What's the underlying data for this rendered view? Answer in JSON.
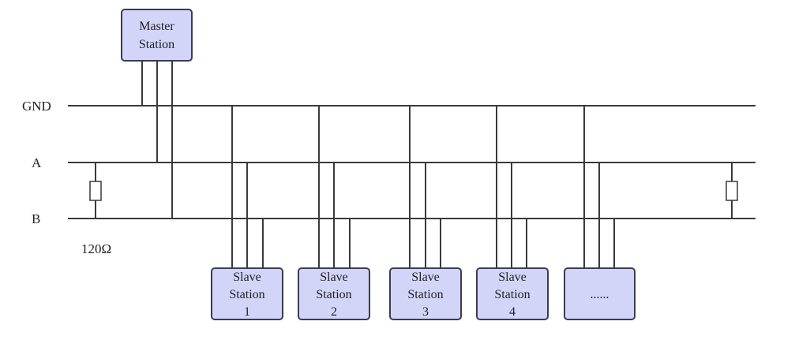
{
  "bus_labels": {
    "gnd": "GND",
    "a": "A",
    "b": "B"
  },
  "terminator_label": "120Ω",
  "master": {
    "line1": "Master",
    "line2": "Station"
  },
  "slaves": [
    {
      "line1": "Slave",
      "line2": "Station",
      "line3": "1"
    },
    {
      "line1": "Slave",
      "line2": "Station",
      "line3": "2"
    },
    {
      "line1": "Slave",
      "line2": "Station",
      "line3": "3"
    },
    {
      "line1": "Slave",
      "line2": "Station",
      "line3": "4"
    },
    {
      "line1": "",
      "line2": "......",
      "line3": ""
    }
  ],
  "colors": {
    "box_fill": "#d3d5f8",
    "box_stroke": "#3b3b52",
    "wire": "#3a3a3a"
  }
}
